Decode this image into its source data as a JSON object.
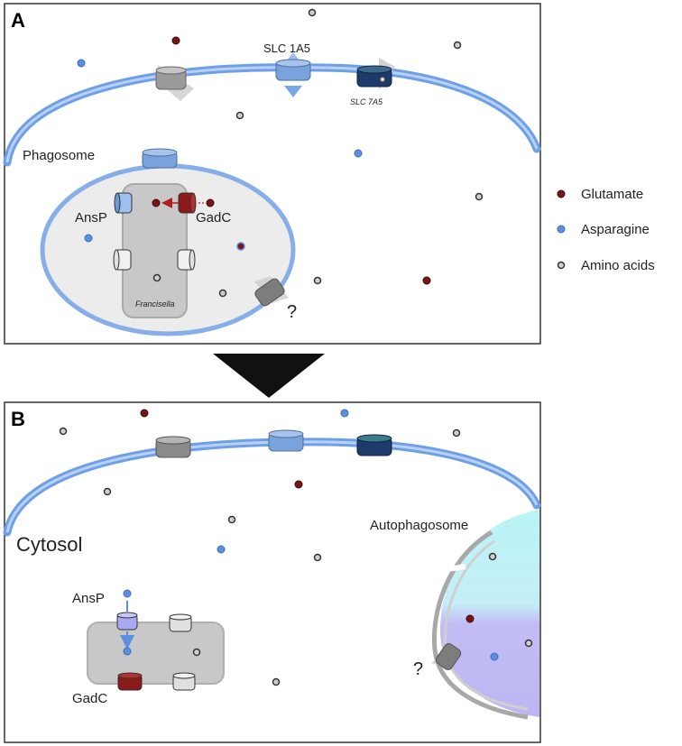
{
  "panels": {
    "a": {
      "letter": "A",
      "transporters": {
        "slc1a5": "SLC 1A5",
        "slc7a5": "SLC 7A5"
      },
      "phagosome": "Phagosome",
      "bacterium": "Francisella",
      "ansp": "AnsP",
      "gadc": "GadC",
      "unknown": "?"
    },
    "b": {
      "letter": "B",
      "cytosol": "Cytosol",
      "autophagosome": "Autophagosome",
      "ansp": "AnsP",
      "gadc": "GadC",
      "unknown": "?"
    }
  },
  "legend": [
    {
      "label": "Glutamate",
      "color": "#7a1416"
    },
    {
      "label": "Asparagine",
      "color": "#5b8fe0"
    },
    {
      "label": "Amino acids",
      "color": "#cfcfcf"
    }
  ],
  "colors": {
    "glutamate": "#7a1416",
    "asparagine": "#5b8fe0",
    "amino_acid": "#cfcfcf",
    "membrane": "#8ab4ee",
    "gadc": "#8b1a1a",
    "ansp_b": "#a9a9f0",
    "slc7a5": "#1d3a6b",
    "transporter_gray": "#9a9a9a"
  }
}
